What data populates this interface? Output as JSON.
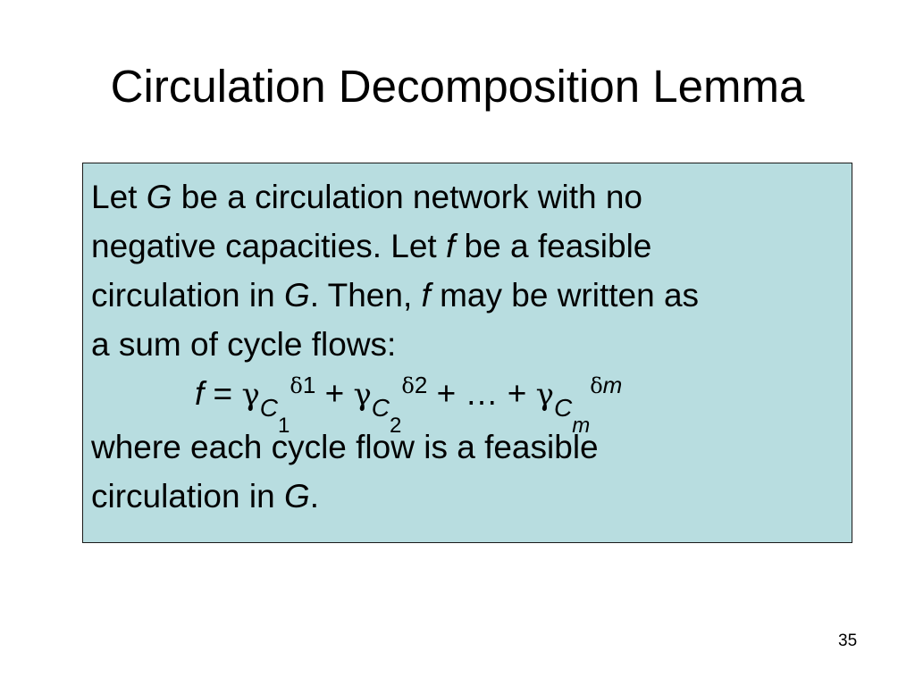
{
  "slide": {
    "title": "Circulation Decomposition Lemma",
    "page_number": "35"
  },
  "lemma": {
    "line1": {
      "a": "Let ",
      "g": "G",
      "b": " be a circulation network with no"
    },
    "line2": {
      "a": "negative capacities. Let ",
      "f": "f",
      "b": " be a feasible"
    },
    "line3": {
      "a": "circulation in ",
      "g": "G",
      "b": ". Then, ",
      "f": "f",
      "c": " may be written as"
    },
    "line4": "a sum of cycle flows:",
    "formula": {
      "lhs": "f",
      "eq": " = ",
      "gamma": "γ",
      "delta": "δ",
      "c": "C",
      "sub1": "1",
      "sub2": "2",
      "subm": "m",
      "plus": " + ",
      "ellipsis": " + … + "
    },
    "line5": "where each cycle flow is a feasible",
    "line6": {
      "a": "circulation in ",
      "g": "G",
      "b": "."
    }
  },
  "colors": {
    "box_background": "#b8dde0",
    "box_border": "#1a1a1a",
    "text": "#000000"
  }
}
